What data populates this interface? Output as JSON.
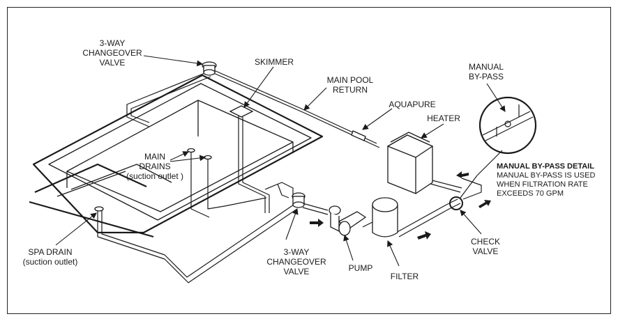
{
  "labels": {
    "valve_top": [
      "3-WAY",
      "CHANGEOVER",
      "VALVE"
    ],
    "skimmer": "SKIMMER",
    "main_pool_return": [
      "MAIN POOL",
      "RETURN"
    ],
    "aquapure": "AQUAPURE",
    "heater": "HEATER",
    "manual_bypass": [
      "MANUAL",
      "BY-PASS"
    ],
    "bypass_detail_title": "MANUAL BY-PASS DETAIL",
    "bypass_detail_text": [
      "MANUAL BY-PASS IS USED",
      "WHEN FILTRATION RATE",
      "EXCEEDS 70 GPM"
    ],
    "main_drains": [
      "MAIN",
      "DRAINS",
      "(suction outlet )"
    ],
    "spa_drain": [
      "SPA DRAIN",
      "(suction outlet)"
    ],
    "valve_bottom": [
      "3-WAY",
      "CHANGEOVER",
      "VALVE"
    ],
    "pump": "PUMP",
    "filter": "FILTER",
    "check_valve": [
      "CHECK",
      "VALVE"
    ]
  },
  "colors": {
    "line": "#1a1a1a",
    "background": "#ffffff"
  }
}
